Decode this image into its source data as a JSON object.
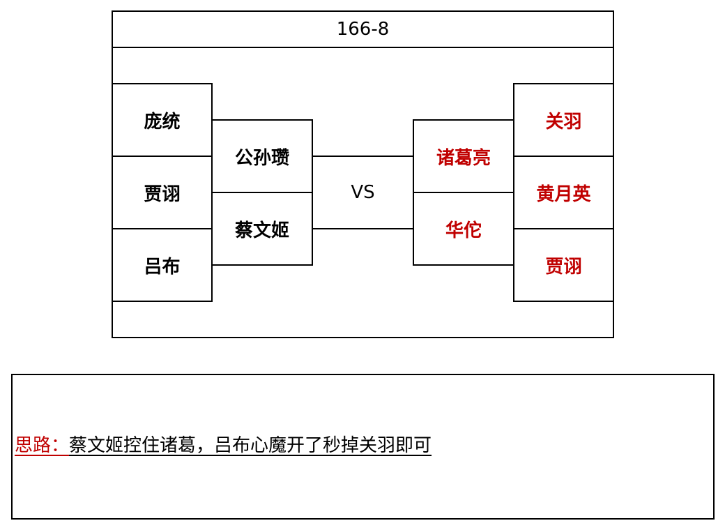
{
  "title": "166-8",
  "vs_label": "VS",
  "left_back": [
    "庞统",
    "贾诩",
    "吕布"
  ],
  "left_front": [
    "公孙瓒",
    "蔡文姬"
  ],
  "right_front": [
    "诸葛亮",
    "华佗"
  ],
  "right_back": [
    "关羽",
    "黄月英",
    "贾诩"
  ],
  "note": {
    "label": "思路：",
    "text": "蔡文姬控住诸葛，吕布心魔开了秒掉关羽即可"
  },
  "colors": {
    "right_team": "#c00000",
    "note_label": "#c00000",
    "left_team": "#000000"
  }
}
